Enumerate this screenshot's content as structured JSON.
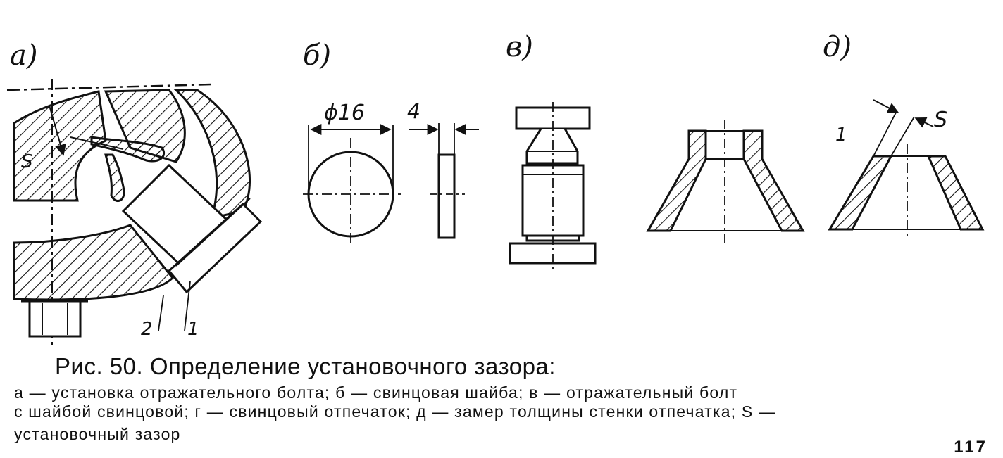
{
  "figure": {
    "panels": {
      "a": "а)",
      "b": "б)",
      "v": "в)",
      "d": "д)"
    },
    "labels": {
      "diameter": "ϕ16",
      "thickness": "4",
      "gap_a": "S",
      "gap_d": "S",
      "part_1": "1",
      "part_2": "2",
      "mark_d": "1"
    }
  },
  "caption": {
    "title": "Рис. 50. Определение установочного зазора:",
    "line1": "а — установка отражательного болта; б — свинцовая шайба; в — отражательный болт",
    "line2": "с шайбой свинцовой; г — свинцовый отпечаток; д — замер толщины стенки отпечатка; S —",
    "line3": "установочный зазор"
  },
  "page_number": "117"
}
